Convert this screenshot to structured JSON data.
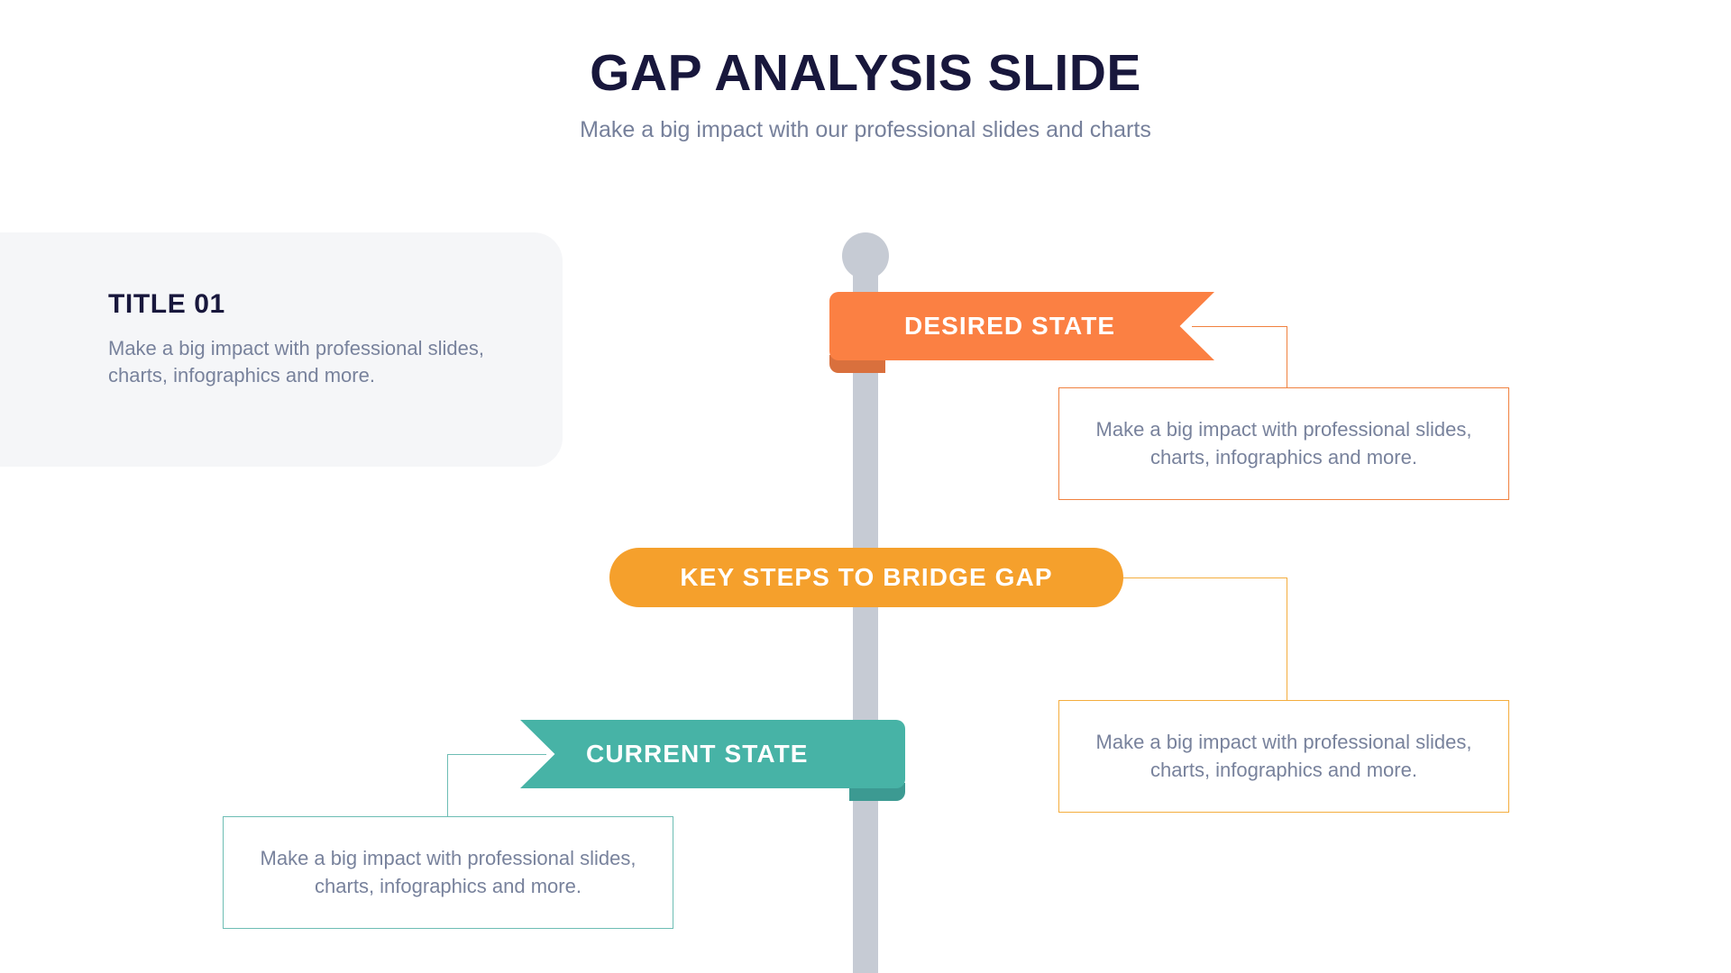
{
  "header": {
    "title": "GAP ANALYSIS SLIDE",
    "subtitle": "Make a big impact with our professional slides and charts"
  },
  "info_card": {
    "title": "TITLE 01",
    "body": "Make a big impact with professional slides, charts, infographics and more."
  },
  "banners": {
    "desired": {
      "label": "DESIRED STATE",
      "color": "#fb8043",
      "shadow_color": "#d9703d"
    },
    "key_steps": {
      "label": "KEY STEPS TO BRIDGE GAP",
      "color": "#f5a02c"
    },
    "current": {
      "label": "CURRENT STATE",
      "color": "#47b3a6",
      "shadow_color": "#3c9a92"
    }
  },
  "descriptions": {
    "desired": {
      "text": "Make a big impact with professional slides, charts, infographics and more.",
      "border_color": "#f0813f"
    },
    "key_steps": {
      "text": "Make a big impact with professional slides, charts, infographics and more.",
      "border_color": "#f4ad3e"
    },
    "current": {
      "text": "Make a big impact with professional slides, charts, infographics and more.",
      "border_color": "#6dbdb4"
    }
  },
  "theme": {
    "title_color": "#18173c",
    "body_text_color": "#78829c",
    "card_background": "#f5f6f8",
    "pole_color": "#c6cbd4",
    "page_background": "#ffffff"
  }
}
